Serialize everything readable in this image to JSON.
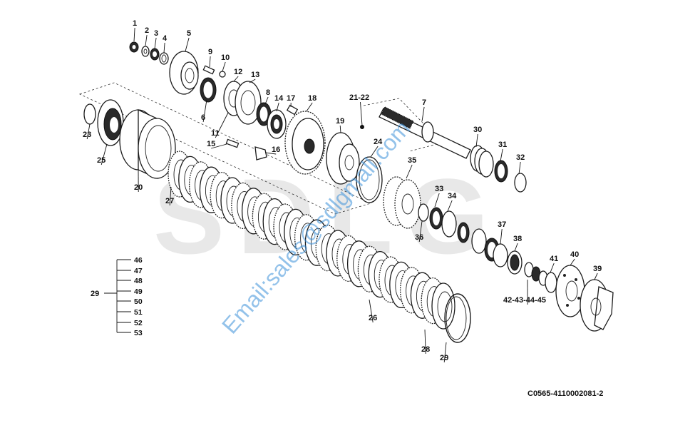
{
  "diagram": {
    "watermark_logo": "SDLG",
    "watermark_email": "Email:sales@sdlgmall.com",
    "drawing_code": "C0565-4110002081-2",
    "callouts": [
      {
        "id": "c1",
        "text": "1"
      },
      {
        "id": "c2",
        "text": "2"
      },
      {
        "id": "c3",
        "text": "3"
      },
      {
        "id": "c4",
        "text": "4"
      },
      {
        "id": "c5",
        "text": "5"
      },
      {
        "id": "c6",
        "text": "6"
      },
      {
        "id": "c7",
        "text": "7"
      },
      {
        "id": "c8",
        "text": "8"
      },
      {
        "id": "c9",
        "text": "9"
      },
      {
        "id": "c10",
        "text": "10"
      },
      {
        "id": "c11",
        "text": "11"
      },
      {
        "id": "c12",
        "text": "12"
      },
      {
        "id": "c13",
        "text": "13"
      },
      {
        "id": "c14",
        "text": "14"
      },
      {
        "id": "c15",
        "text": "15"
      },
      {
        "id": "c16",
        "text": "16"
      },
      {
        "id": "c17",
        "text": "17"
      },
      {
        "id": "c18",
        "text": "18"
      },
      {
        "id": "c19",
        "text": "19"
      },
      {
        "id": "c20",
        "text": "20"
      },
      {
        "id": "c2122",
        "text": "21-22"
      },
      {
        "id": "c23",
        "text": "23"
      },
      {
        "id": "c24",
        "text": "24"
      },
      {
        "id": "c25",
        "text": "25"
      },
      {
        "id": "c26",
        "text": "26"
      },
      {
        "id": "c27",
        "text": "27"
      },
      {
        "id": "c28",
        "text": "28"
      },
      {
        "id": "c29b",
        "text": "29"
      },
      {
        "id": "c30",
        "text": "30"
      },
      {
        "id": "c31",
        "text": "31"
      },
      {
        "id": "c32",
        "text": "32"
      },
      {
        "id": "c33",
        "text": "33"
      },
      {
        "id": "c34",
        "text": "34"
      },
      {
        "id": "c35",
        "text": "35"
      },
      {
        "id": "c36",
        "text": "36"
      },
      {
        "id": "c37",
        "text": "37"
      },
      {
        "id": "c38",
        "text": "38"
      },
      {
        "id": "c39",
        "text": "39"
      },
      {
        "id": "c40",
        "text": "40"
      },
      {
        "id": "c41",
        "text": "41"
      },
      {
        "id": "c42",
        "text": "42-43-44-45"
      }
    ],
    "legend": {
      "group_label": "29",
      "items": [
        "46",
        "47",
        "48",
        "49",
        "50",
        "51",
        "52",
        "53"
      ]
    }
  }
}
